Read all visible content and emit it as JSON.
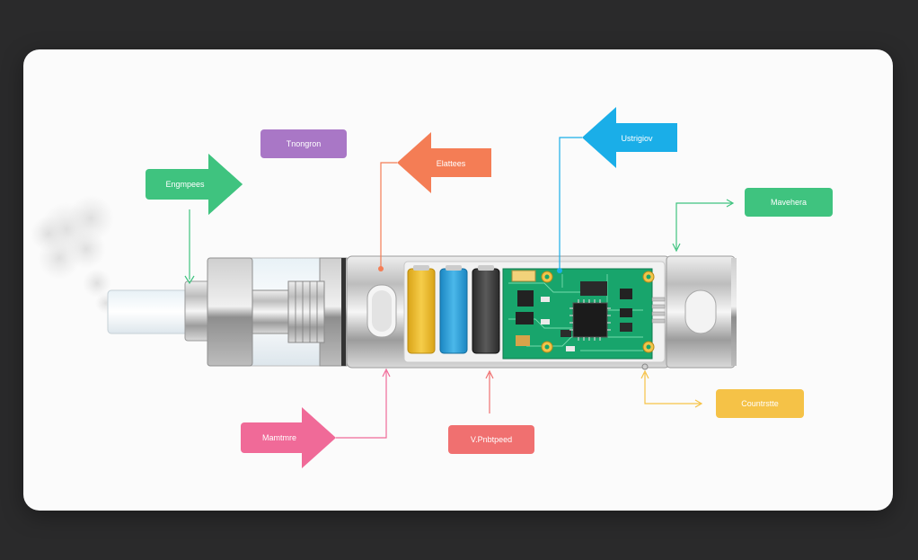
{
  "diagram": {
    "labels": {
      "green_left": "Engmpees",
      "purple": "Tnongron",
      "orange": "Elattees",
      "blue": "Ustrigiov",
      "green_right": "Mavehera",
      "pink": "Mamtmre",
      "red": "V.Pnbtpeed",
      "yellow": "Countrstte"
    },
    "colors": {
      "green": "#3fc37f",
      "purple": "#a977c6",
      "orange": "#f47d55",
      "blue": "#1aaee8",
      "pink": "#f06a98",
      "red": "#f07070",
      "yellow": "#f5c247",
      "pcb": "#17a56b"
    },
    "icons": [
      "vapor-cloud",
      "battery-cell",
      "chip"
    ]
  }
}
